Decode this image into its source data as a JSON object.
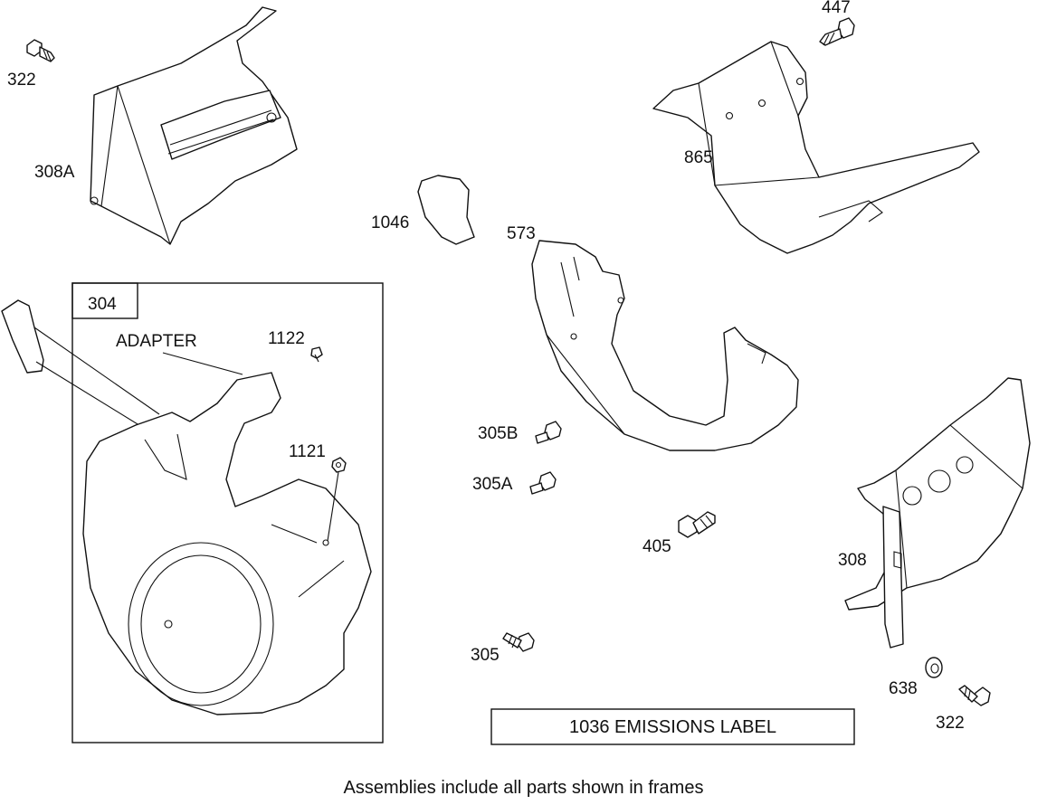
{
  "labels": {
    "p322_top": "322",
    "p308a": "308A",
    "p447": "447",
    "p865": "865",
    "p1046": "1046",
    "p573": "573",
    "p304": "304",
    "adapter": "ADAPTER",
    "p1122": "1122",
    "p1121": "1121",
    "p305b": "305B",
    "p305a": "305A",
    "p405": "405",
    "p308": "308",
    "p305": "305",
    "p638": "638",
    "p322_bottom": "322"
  },
  "emissions_label": "1036 EMISSIONS LABEL",
  "footer_note": "Assemblies include all parts shown in frames"
}
